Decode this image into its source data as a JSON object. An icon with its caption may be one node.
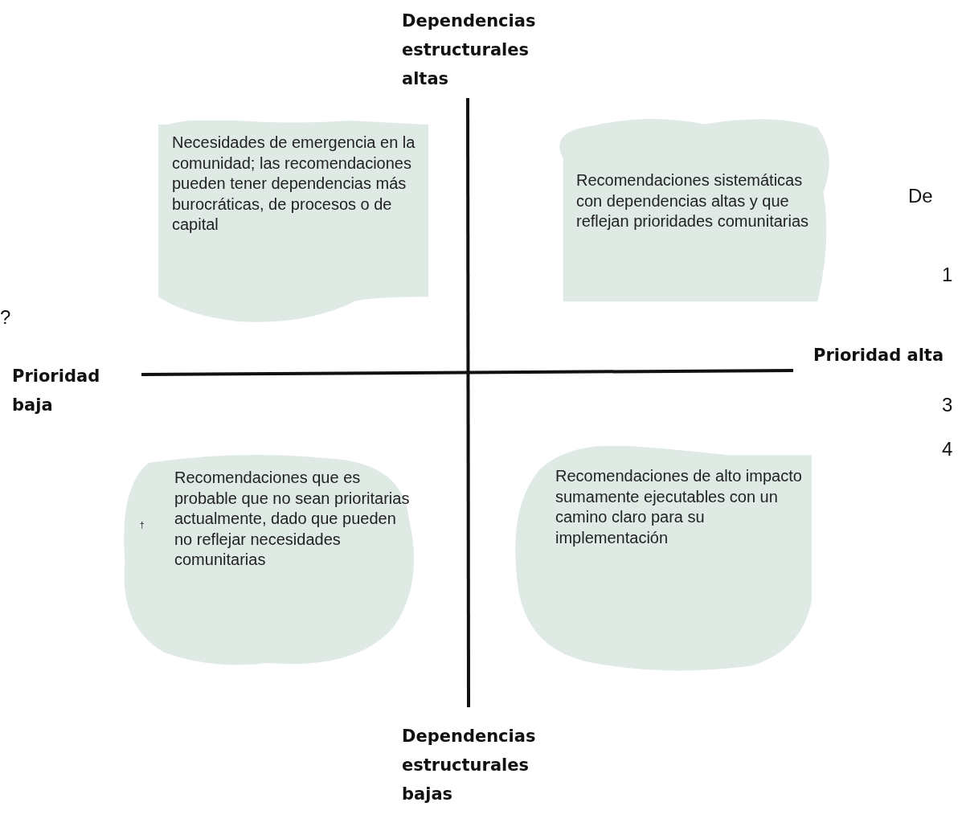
{
  "diagram": {
    "nodes": [
      {
        "text": [
          "Necesidades de emergencia en la comunidad; las recomendaciones pueden tener dependencias más burocráticas, de procesos o de capital"
        ]
      },
      {
        "text": [
          "Recomendaciones sistemáticas con dependencias altas y que reflejan prioridades comunitarias"
        ]
      },
      {
        "text": [
          "Recomendaciones que es probable que no sean prioritarias actualmente, dado que pueden no reflejar necesidades comunitarias"
        ]
      },
      {
        "text": [
          "Recomendaciones de alto impacto sumamente ejecutables con un camino claro para su implementación"
        ]
      }
    ],
    "labels": [
      "Dependencias estructurales altas",
      "De",
      "1",
      "?",
      "Prioridad baja",
      "Prioridad alta",
      "3",
      "4",
      "†",
      "Dependencias estructurales bajas"
    ]
  }
}
